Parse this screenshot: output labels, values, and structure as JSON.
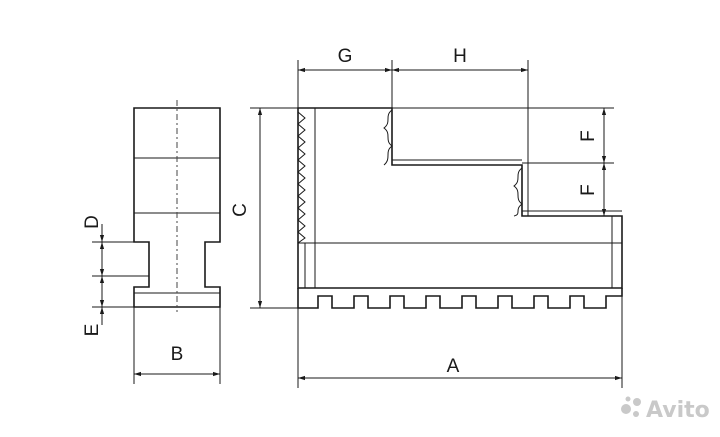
{
  "labels": {
    "A": "A",
    "B": "B",
    "C": "C",
    "D": "D",
    "E": "E",
    "F_top": "F",
    "F_bottom": "F",
    "G": "G",
    "H": "H"
  },
  "watermark": {
    "text": "Avito"
  },
  "colors": {
    "line": "#1a1a1a",
    "watermark": "#c9c9c9"
  }
}
